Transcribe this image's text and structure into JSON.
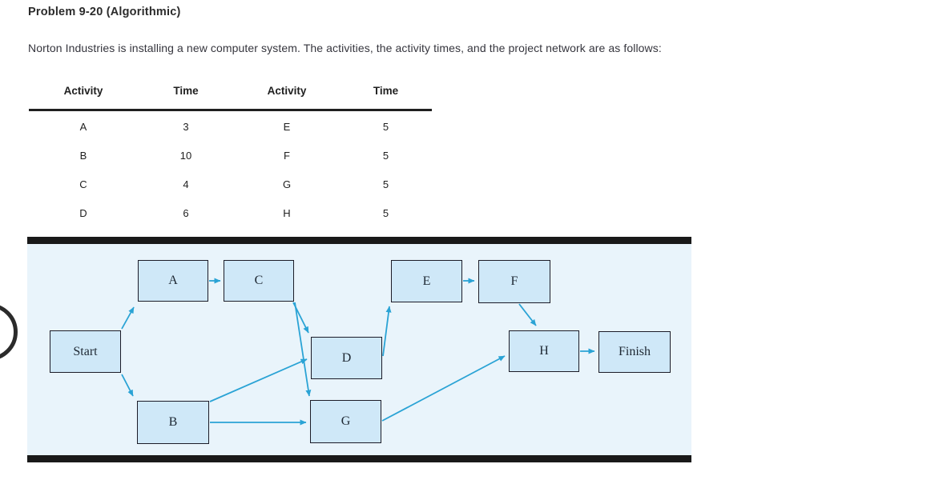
{
  "page": {
    "title": "Problem 9-20 (Algorithmic)",
    "description": "Norton Industries is installing a new computer system. The activities, the activity times, and the project network are as follows:"
  },
  "activity_table": {
    "columns": [
      "Activity",
      "Time",
      "Activity",
      "Time"
    ],
    "rows": [
      [
        "A",
        "3",
        "E",
        "5"
      ],
      [
        "B",
        "10",
        "F",
        "5"
      ],
      [
        "C",
        "4",
        "G",
        "5"
      ],
      [
        "D",
        "6",
        "H",
        "5"
      ]
    ]
  },
  "diagram": {
    "nodes": {
      "start": {
        "label": "Start"
      },
      "a": {
        "label": "A"
      },
      "b": {
        "label": "B"
      },
      "c": {
        "label": "C"
      },
      "d": {
        "label": "D"
      },
      "e": {
        "label": "E"
      },
      "f": {
        "label": "F"
      },
      "g": {
        "label": "G"
      },
      "h": {
        "label": "H"
      },
      "finish": {
        "label": "Finish"
      }
    },
    "edges": [
      {
        "from": "Start",
        "to": "A"
      },
      {
        "from": "Start",
        "to": "B"
      },
      {
        "from": "A",
        "to": "C"
      },
      {
        "from": "C",
        "to": "D"
      },
      {
        "from": "C",
        "to": "G"
      },
      {
        "from": "B",
        "to": "D"
      },
      {
        "from": "B",
        "to": "G"
      },
      {
        "from": "D",
        "to": "E"
      },
      {
        "from": "G",
        "to": "H"
      },
      {
        "from": "E",
        "to": "F"
      },
      {
        "from": "F",
        "to": "H"
      },
      {
        "from": "H",
        "to": "Finish"
      }
    ],
    "colors": {
      "panel_background": "#e9f4fb",
      "node_fill": "#cfe8f8",
      "node_border": "#1c1c28",
      "arrow": "#2aa3d5",
      "bar": "#191919"
    }
  }
}
